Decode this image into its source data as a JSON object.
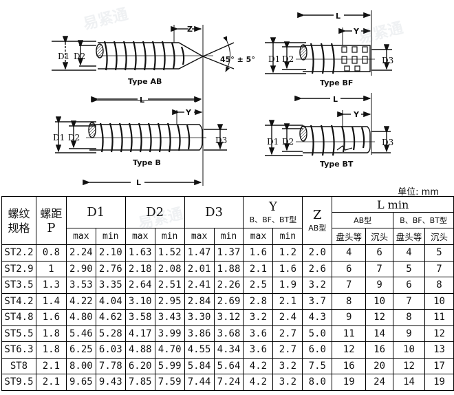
{
  "diagram": {
    "type_ab": {
      "label": "Type AB",
      "d1": "D1",
      "d2": "D2",
      "z": "Z",
      "angle": "45° ± 5°",
      "l": "L"
    },
    "type_bf": {
      "label": "Type BF",
      "d1": "D1",
      "d2": "D2",
      "d3": "D3",
      "y": "Y",
      "l": "L"
    },
    "type_b": {
      "label": "Type B",
      "d1": "D1",
      "d2": "D2",
      "d3": "D3",
      "y": "Y",
      "l": "L"
    },
    "type_bt": {
      "label": "Type BT",
      "d1": "D1",
      "d2": "D2",
      "d3": "D3",
      "y": "Y",
      "l": "L"
    }
  },
  "unit_label": "单位: mm",
  "table": {
    "headers": {
      "spec_line1": "螺纹",
      "spec_line2": "规格",
      "pitch_line1": "螺距",
      "pitch_line2": "P",
      "d1": "D1",
      "d2": "D2",
      "d3": "D3",
      "y": "Y",
      "y_sub": "B、BF、BT型",
      "z": "Z",
      "z_sub": "AB型",
      "l": "L  min",
      "l_ab": "AB型",
      "l_b": "B、BF、BT型",
      "max": "max",
      "min": "min",
      "pan": "盘头等",
      "csk": "沉头"
    },
    "rows": [
      [
        "ST2.2",
        "0.8",
        "2.24",
        "2.10",
        "1.63",
        "1.52",
        "1.47",
        "1.37",
        "1.6",
        "1.2",
        "2.0",
        "4",
        "6",
        "4",
        "5"
      ],
      [
        "ST2.9",
        "1",
        "2.90",
        "2.76",
        "2.18",
        "2.08",
        "2.01",
        "1.88",
        "2.1",
        "1.6",
        "2.6",
        "6",
        "7",
        "5",
        "7"
      ],
      [
        "ST3.5",
        "1.3",
        "3.53",
        "3.35",
        "2.64",
        "2.51",
        "2.41",
        "2.26",
        "2.5",
        "1.9",
        "3.2",
        "7",
        "9",
        "6",
        "8"
      ],
      [
        "ST4.2",
        "1.4",
        "4.22",
        "4.04",
        "3.10",
        "2.95",
        "2.84",
        "2.69",
        "2.8",
        "2.1",
        "3.7",
        "8",
        "10",
        "7",
        "10"
      ],
      [
        "ST4.8",
        "1.6",
        "4.80",
        "4.62",
        "3.58",
        "3.43",
        "3.30",
        "3.12",
        "3.2",
        "2.4",
        "4.3",
        "9",
        "12",
        "8",
        "11"
      ],
      [
        "ST5.5",
        "1.8",
        "5.46",
        "5.28",
        "4.17",
        "3.99",
        "3.86",
        "3.68",
        "3.6",
        "2.7",
        "5.0",
        "11",
        "14",
        "9",
        "12"
      ],
      [
        "ST6.3",
        "1.8",
        "6.25",
        "6.03",
        "4.88",
        "4.70",
        "4.55",
        "4.34",
        "3.6",
        "2.7",
        "6.0",
        "12",
        "16",
        "10",
        "13"
      ],
      [
        "ST8",
        "2.1",
        "8.00",
        "7.78",
        "6.20",
        "5.99",
        "5.84",
        "5.64",
        "4.2",
        "3.2",
        "7.5",
        "16",
        "20",
        "12",
        "17"
      ],
      [
        "ST9.5",
        "2.1",
        "9.65",
        "9.43",
        "7.85",
        "7.59",
        "7.44",
        "7.24",
        "4.2",
        "3.2",
        "8.0",
        "19",
        "24",
        "14",
        "19"
      ]
    ]
  }
}
